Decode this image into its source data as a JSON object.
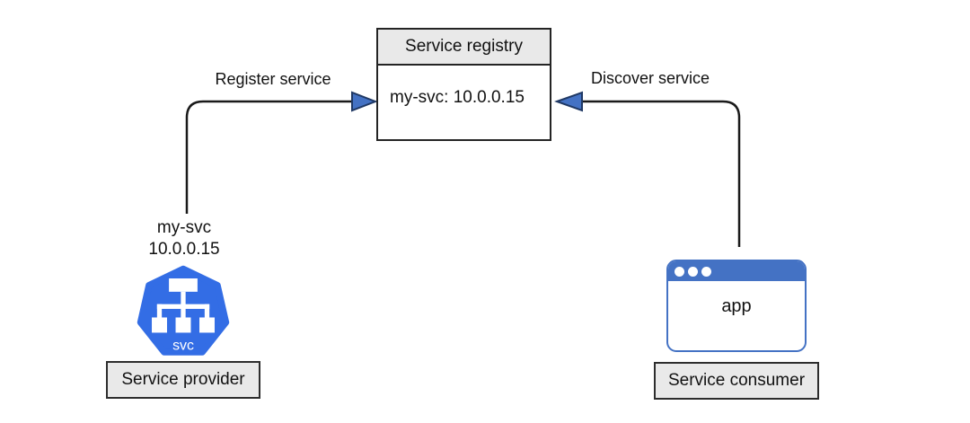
{
  "diagram": {
    "registry": {
      "title": "Service registry",
      "entry": "my-svc: 10.0.0.15"
    },
    "flows": {
      "register_label": "Register service",
      "discover_label": "Discover service"
    },
    "provider": {
      "service_name": "my-svc",
      "service_ip": "10.0.0.15",
      "icon_label": "svc",
      "caption": "Service provider"
    },
    "consumer": {
      "app_label": "app",
      "caption": "Service consumer"
    },
    "colors": {
      "accent_blue": "#4472c4",
      "arrow_outline": "#1f3864",
      "k8s_blue": "#336de5",
      "box_gray": "#e9e9e9",
      "line_dark": "#1a1a1a",
      "white": "#ffffff"
    }
  }
}
